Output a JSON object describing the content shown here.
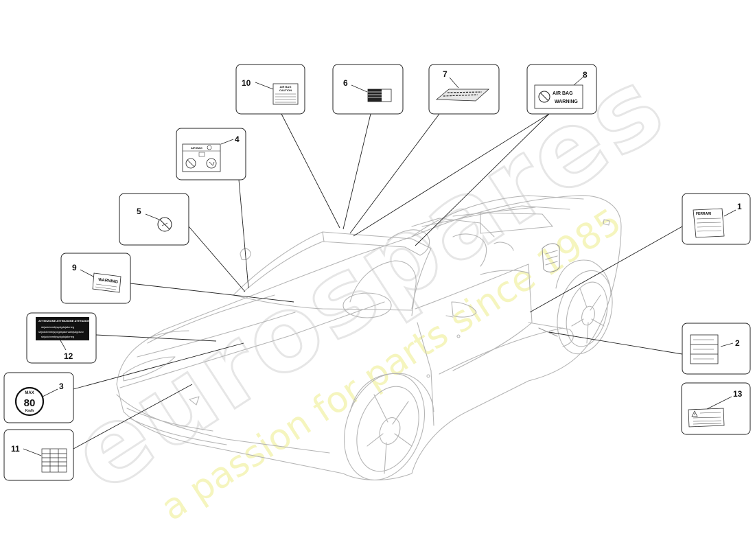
{
  "watermark": {
    "brand": "eurospares",
    "tagline": "a passion for parts since 1985",
    "tagline_color": "#eef07a"
  },
  "callouts": {
    "c1": {
      "number": "1",
      "label_text": "FERRARI"
    },
    "c2": {
      "number": "2"
    },
    "c3": {
      "number": "3",
      "sign_top": "MAX",
      "sign_value": "80",
      "sign_unit": "Km/h"
    },
    "c4": {
      "number": "4",
      "label_text": "AIR BAG"
    },
    "c5": {
      "number": "5"
    },
    "c6": {
      "number": "6"
    },
    "c7": {
      "number": "7"
    },
    "c8": {
      "number": "8",
      "line1": "AIR BAG",
      "line2": "WARNING"
    },
    "c9": {
      "number": "9",
      "label_text": "WARNING"
    },
    "c10": {
      "number": "10",
      "line1": "AIR BAG",
      "line2": "CAUTION"
    },
    "c11": {
      "number": "11"
    },
    "c12": {
      "number": "12",
      "header": "ATTENZIONE   ATTENZIONE   ATTENZIONE",
      "line1": "shjsdcbnmbjsydgdsjakrneg",
      "line2": "shjsdcbnmbjsydgdsjakrnashjsdgdsnv",
      "line3": "shjsdcbnmbjsydgdsjakrneg"
    },
    "c13": {
      "number": "13"
    }
  }
}
